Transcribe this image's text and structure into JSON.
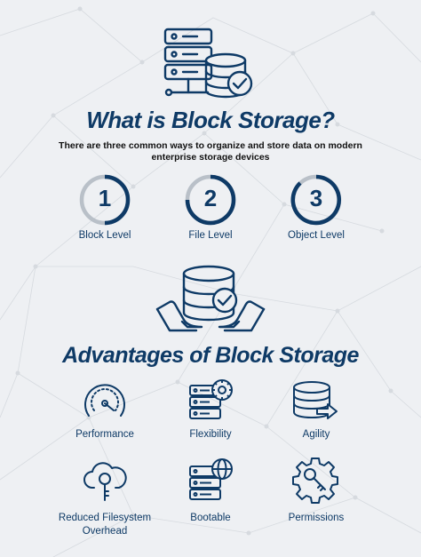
{
  "header": {
    "title": "What is Block Storage?",
    "subtitle": "There are three common ways to organize and store data on modern enterprise storage devices"
  },
  "levels": [
    {
      "number": "1",
      "label": "Block Level"
    },
    {
      "number": "2",
      "label": "File Level"
    },
    {
      "number": "3",
      "label": "Object Level"
    }
  ],
  "advantages": {
    "title": "Advantages of Block Storage",
    "items": [
      {
        "label": "Performance",
        "icon": "speedometer-icon"
      },
      {
        "label": "Flexibility",
        "icon": "server-gear-icon"
      },
      {
        "label": "Agility",
        "icon": "database-arrow-icon"
      },
      {
        "label": "Reduced Filesystem Overhead",
        "icon": "cloud-key-icon"
      },
      {
        "label": "Bootable",
        "icon": "server-globe-icon"
      },
      {
        "label": "Permissions",
        "icon": "gear-key-icon"
      }
    ]
  },
  "colors": {
    "primary": "#0e3a66",
    "ring": "#b9c0c8",
    "background": "#eef0f3"
  }
}
